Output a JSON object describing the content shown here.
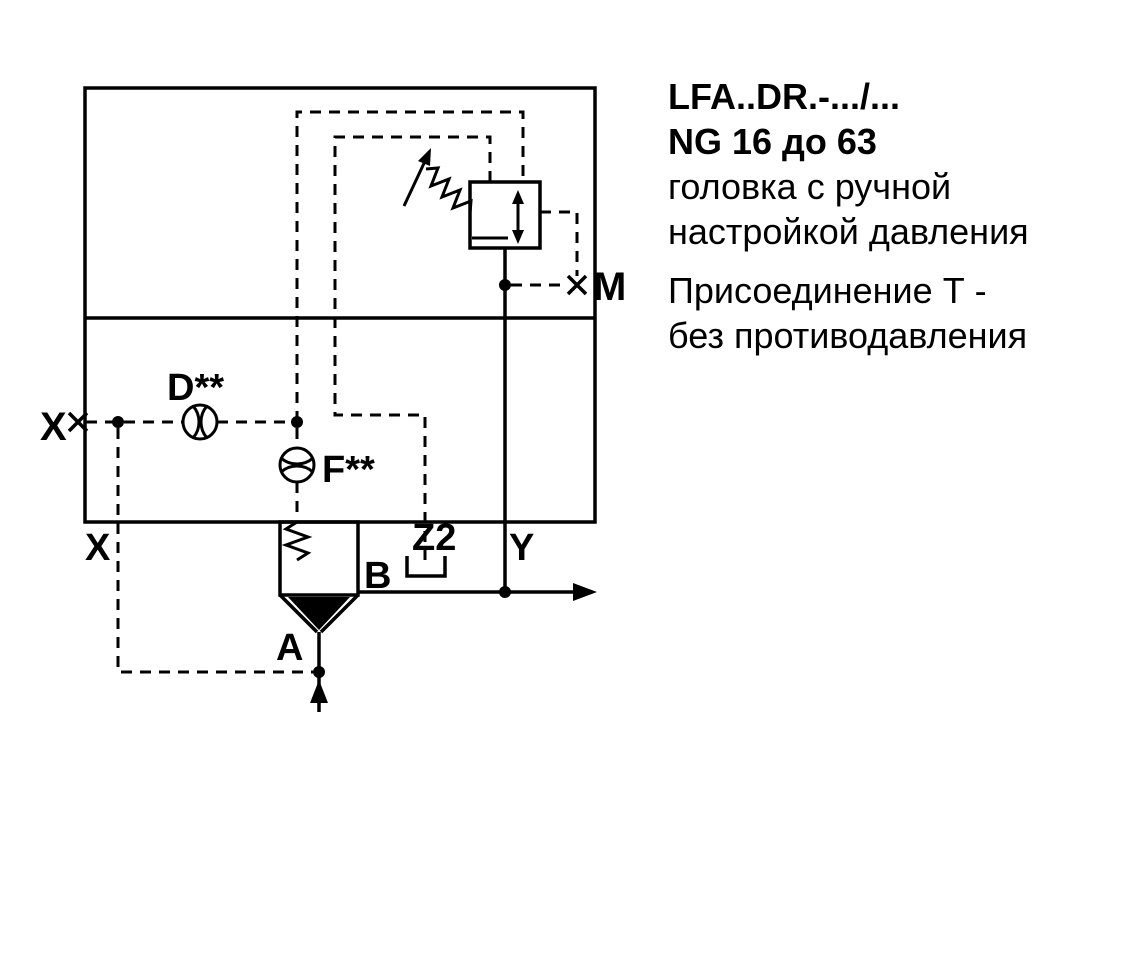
{
  "info_panel": {
    "title_line1": "LFA..DR.-.../...",
    "title_line2": "NG 16 до 63",
    "desc_line1": "головка с ручной",
    "desc_line2": "настройкой давления",
    "desc_line3": "Присоединение Т -",
    "desc_line4": "без противодавления"
  },
  "schematic": {
    "labels": {
      "port_x_left": "X",
      "port_x_bottom": "X",
      "orifice_d": "D**",
      "orifice_f": "F**",
      "port_b": "B",
      "port_z2": "Z2",
      "port_y": "Y",
      "port_a": "A",
      "port_m": "M"
    },
    "colors": {
      "line": "#000000",
      "background": "#ffffff"
    }
  }
}
